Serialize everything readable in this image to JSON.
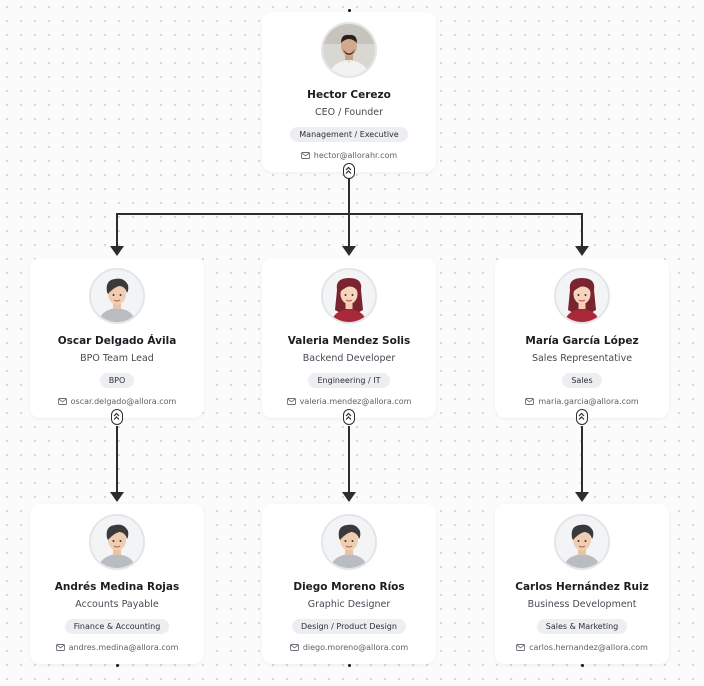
{
  "nodes": [
    {
      "id": "hector",
      "name": "Hector Cerezo",
      "role": "CEO / Founder",
      "dept": "Management / Executive",
      "email": "hector@allorahr.com",
      "avatar": "photo"
    },
    {
      "id": "oscar",
      "name": "Oscar Delgado Ávila",
      "role": "BPO Team Lead",
      "dept": "BPO",
      "email": "oscar.delgado@allora.com",
      "avatar": "male"
    },
    {
      "id": "valeria",
      "name": "Valeria Mendez Solis",
      "role": "Backend Developer",
      "dept": "Engineering / IT",
      "email": "valeria.mendez@allora.com",
      "avatar": "female"
    },
    {
      "id": "maria",
      "name": "María García López",
      "role": "Sales Representative",
      "dept": "Sales",
      "email": "maria.garcia@allora.com",
      "avatar": "female"
    },
    {
      "id": "andres",
      "name": "Andrés Medina Rojas",
      "role": "Accounts Payable",
      "dept": "Finance & Accounting",
      "email": "andres.medina@allora.com",
      "avatar": "male"
    },
    {
      "id": "diego",
      "name": "Diego Moreno Ríos",
      "role": "Graphic Designer",
      "dept": "Design / Product Design",
      "email": "diego.moreno@allora.com",
      "avatar": "male"
    },
    {
      "id": "carlos",
      "name": "Carlos Hernández Ruiz",
      "role": "Business Development",
      "dept": "Sales & Marketing",
      "email": "carlos.hernandez@allora.com",
      "avatar": "male"
    }
  ],
  "edges": [
    {
      "from": "hector",
      "to": "oscar"
    },
    {
      "from": "hector",
      "to": "valeria"
    },
    {
      "from": "hector",
      "to": "maria"
    },
    {
      "from": "oscar",
      "to": "andres"
    },
    {
      "from": "valeria",
      "to": "diego"
    },
    {
      "from": "maria",
      "to": "carlos"
    }
  ],
  "icons": {
    "email": "envelope-icon",
    "toggle": "collapse-chevron-icon"
  },
  "colors": {
    "connector": "#2d2d2d",
    "card": "#ffffff",
    "pill": "#eceef1"
  }
}
